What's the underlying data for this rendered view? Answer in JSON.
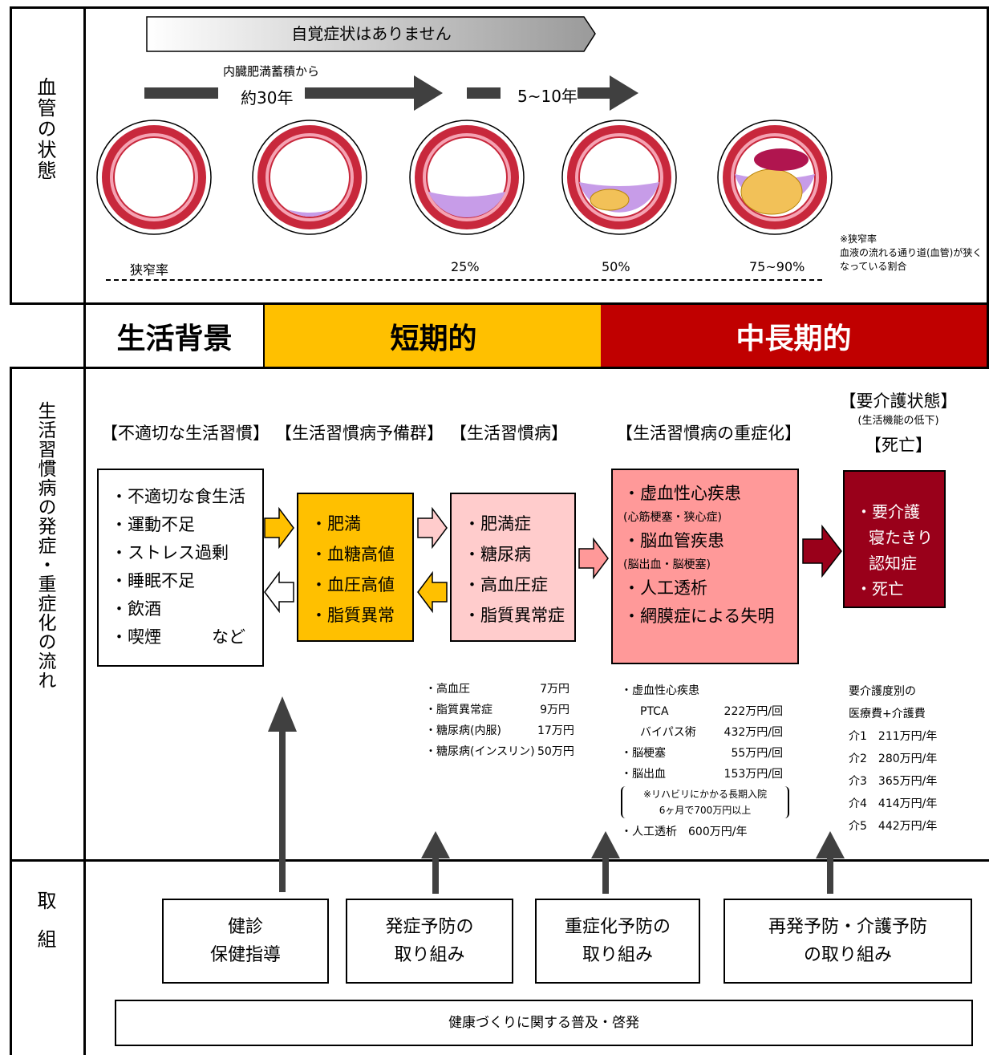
{
  "side_labels": {
    "vessel": "血管の状態",
    "flow": "生活習慣病の発症・重症化の流れ",
    "efforts": "取組"
  },
  "vessel": {
    "banner": "自覚症状はありません",
    "note_top": "内臓肥満蓄積から",
    "years_a": "約30年",
    "years_b": "5~10年",
    "stenosis_label": "狭窄率",
    "pct_25": "25%",
    "pct_50": "50%",
    "pct_75": "75~90%",
    "footnote_1": "※狭窄率",
    "footnote_2": "血液の流れる通り道(血管)が狭く",
    "footnote_3": "なっている割合"
  },
  "phases": {
    "background": "生活背景",
    "short": "短期的",
    "long": "中長期的",
    "colors": {
      "short": "#ffc000",
      "long": "#c00000"
    }
  },
  "categories": {
    "bad_habits": "【不適切な生活習慣】",
    "pre": "【生活習慣病予備群】",
    "disease": "【生活習慣病】",
    "severe": "【生活習慣病の重症化】",
    "care_1": "【要介護状態】",
    "care_2": "(生活機能の低下)",
    "care_3": "【死亡】"
  },
  "boxes": {
    "habits": [
      "・不適切な食生活",
      "・運動不足",
      "・ストレス過剰",
      "・睡眠不足",
      "・飲酒",
      "・喫煙　　　など"
    ],
    "pre": [
      "・肥満",
      "・血糖高値",
      "・血圧高値",
      "・脂質異常"
    ],
    "disease": [
      "・肥満症",
      "・糖尿病",
      "・高血圧症",
      "・脂質異常症"
    ],
    "severe": {
      "l1": "・虚血性心疾患",
      "l1s": "(心筋梗塞・狭心症)",
      "l2": "・脳血管疾患",
      "l2s": "(脳出血・脳梗塞)",
      "l3": "・人工透析",
      "l4": "・網膜症による失明"
    },
    "care": [
      "・要介護",
      "寝たきり",
      "認知症",
      "・死亡"
    ]
  },
  "costs": {
    "disease": [
      {
        "name": "・高血圧",
        "value": "7万円"
      },
      {
        "name": "・脂質異常症",
        "value": "9万円"
      },
      {
        "name": "・糖尿病(内服)",
        "value": "17万円"
      },
      {
        "name": "・糖尿病(インスリン)",
        "value": "50万円"
      }
    ],
    "severe": {
      "head": "・虚血性心疾患",
      "ptca_name": "PTCA",
      "ptca_val": "222万円/回",
      "bypass_name": "バイパス術",
      "bypass_val": "432万円/回",
      "inf_name": "・脳梗塞",
      "inf_val": "55万円/回",
      "hem_name": "・脳出血",
      "hem_val": "153万円/回",
      "rehab_1": "※リハビリにかかる長期入院",
      "rehab_2": "6ヶ月で700万円以上",
      "dialysis": "・人工透析　600万円/年"
    },
    "care": {
      "head_1": "要介護度別の",
      "head_2": "医療費+介護費",
      "rows": [
        "介1　211万円/年",
        "介2　280万円/年",
        "介3　365万円/年",
        "介4　414万円/年",
        "介5　442万円/年"
      ]
    }
  },
  "efforts": {
    "a1": "健診",
    "a2": "保健指導",
    "b1": "発症予防の",
    "b2": "取り組み",
    "c1": "重症化予防の",
    "c2": "取り組み",
    "d1": "再発予防・介護予防",
    "d2": "の取り組み",
    "bottom": "健康づくりに関する普及・啓発"
  }
}
